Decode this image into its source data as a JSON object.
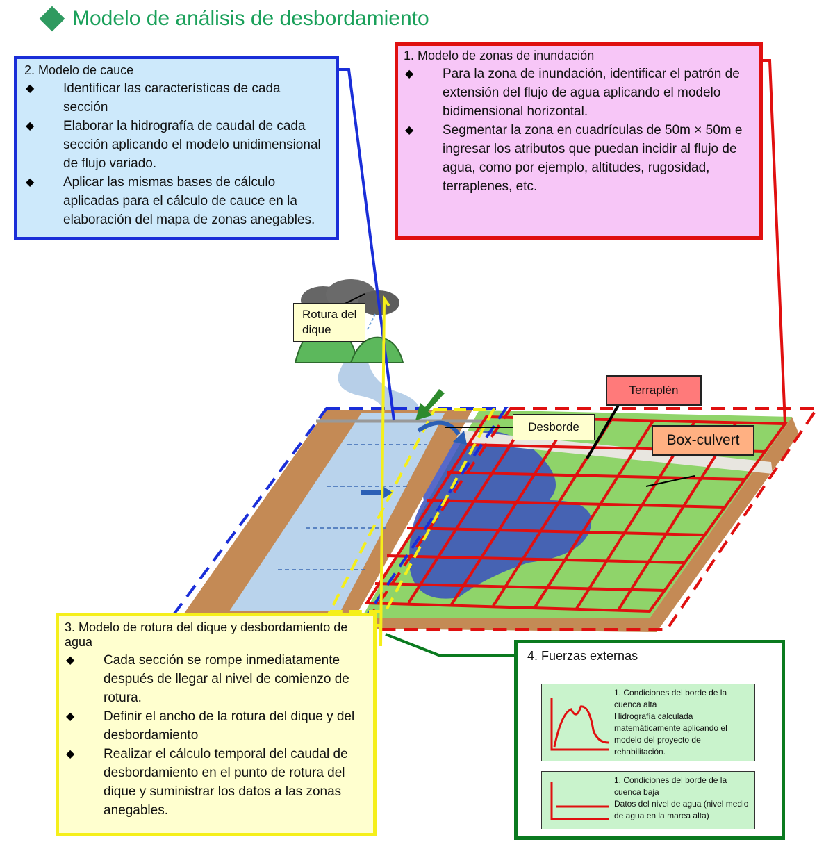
{
  "title": "Modelo de análisis de desbordamiento",
  "river_box": {
    "heading": "2. Modelo de cauce",
    "items": [
      "Identificar las características de cada sección",
      "Elaborar la hidrografía de caudal de cada sección aplicando el modelo unidimensional de flujo variado.",
      "Aplicar las mismas bases de cálculo aplicadas para el cálculo de cauce en la elaboración del mapa de zonas anegables."
    ]
  },
  "flood_box": {
    "heading": "1. Modelo de zonas de inundación",
    "items": [
      "Para la zona de inundación, identificar el patrón de extensión del flujo de agua aplicando el modelo bidimensional horizontal.",
      "Segmentar la zona en cuadrículas de 50m × 50m e ingresar los atributos que puedan incidir al flujo de agua, como por ejemplo, altitudes, rugosidad, terraplenes, etc."
    ]
  },
  "breach_box": {
    "heading": "3. Modelo de rotura del dique y desbordamiento de agua",
    "items": [
      "Cada sección se rompe inmediatamente después de llegar al nivel de comienzo de rotura.",
      "Definir el ancho de la rotura del dique y del desbordamiento",
      "Realizar el cálculo temporal del caudal de desbordamiento en el punto de rotura del dique y suministrar los datos a las zonas anegables."
    ]
  },
  "external_box": {
    "heading": "4. Fuerzas externas",
    "upper": {
      "title": "1. Condiciones del borde de la cuenca alta",
      "text": "Hidrografía calculada matemáticamente aplicando el modelo del proyecto de rehabilitación."
    },
    "lower": {
      "title": "1. Condiciones del borde de la cuenca baja",
      "text": "Datos del nivel de agua (nivel medio de agua en la marea alta)"
    }
  },
  "callouts": {
    "terraplen": "Terraplén",
    "desborde": "Desborde",
    "box_culvert": "Box-culvert",
    "rotura": "Rotura del dique"
  },
  "colors": {
    "title": "#1aa05a",
    "river": "#1a2ed8",
    "flood": "#e01010",
    "breach": "#f5ef1a",
    "external": "#0a7a1f"
  }
}
